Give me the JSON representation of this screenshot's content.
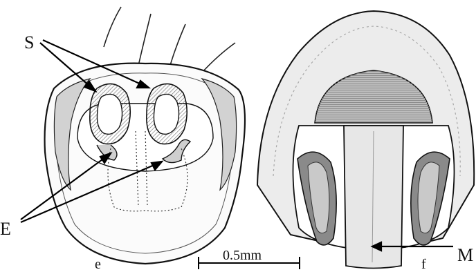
{
  "labels": {
    "s": "S",
    "e_marker": "E",
    "m_marker": "M",
    "panel_e": "e",
    "panel_f": "f"
  },
  "scale_bar": {
    "text": "0.5mm"
  },
  "colors": {
    "ink": "#111111",
    "pale_fill": "#efefef",
    "mid_gray": "#b5b5b5",
    "dark_gray": "#6e6e6e"
  }
}
